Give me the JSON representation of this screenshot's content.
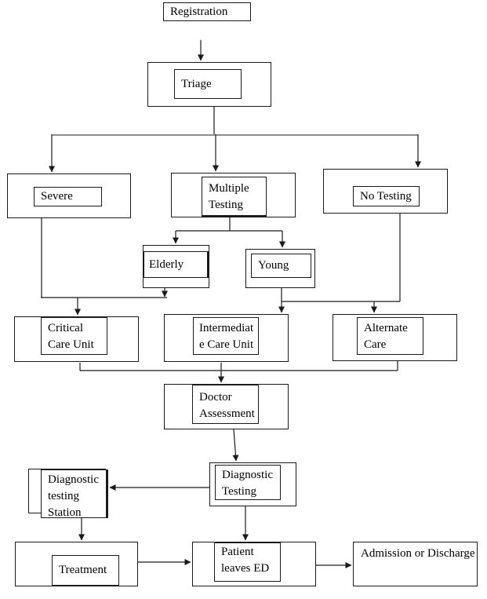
{
  "page": {
    "background": "#ffffff"
  },
  "colors": {
    "box_border": "#1a1a1a",
    "line": "#1a1a1a",
    "branch_line": "#8f8f8f",
    "text": "#000000"
  },
  "nodes": {
    "registration": {
      "label": "Registration"
    },
    "triage": {
      "label": "Triage"
    },
    "severe": {
      "label": "Severe"
    },
    "multiple_testing": {
      "label": "Multiple\nTesting"
    },
    "no_testing": {
      "label": "No Testing"
    },
    "elderly": {
      "label": "Elderly"
    },
    "young": {
      "label": "Young"
    },
    "critical_care_unit": {
      "label": "Critical\nCare Unit"
    },
    "intermediate_care_unit": {
      "label": "Intermediat\ne Care Unit"
    },
    "alternate_care": {
      "label": "Alternate\nCare"
    },
    "doctor_assessment": {
      "label": "Doctor\nAssessment"
    },
    "diagnostic_testing": {
      "label": "Diagnostic\nTesting"
    },
    "diagnostic_testing_station": {
      "label": "Diagnostic\ntesting\nStation"
    },
    "treatment": {
      "label": "Treatment"
    },
    "patient_leaves_ed": {
      "label": "Patient\nleaves ED"
    },
    "admission_or_discharge": {
      "label": "Admission or Discharge"
    }
  },
  "edges": [
    {
      "from": "registration",
      "to": "triage"
    },
    {
      "from": "triage",
      "to": "severe"
    },
    {
      "from": "triage",
      "to": "multiple_testing"
    },
    {
      "from": "triage",
      "to": "no_testing"
    },
    {
      "from": "multiple_testing",
      "to": "elderly"
    },
    {
      "from": "multiple_testing",
      "to": "young"
    },
    {
      "from": "severe",
      "to": "critical_care_unit"
    },
    {
      "from": "elderly",
      "to": "critical_care_unit"
    },
    {
      "from": "young",
      "to": "intermediate_care_unit"
    },
    {
      "from": "no_testing",
      "to": "alternate_care"
    },
    {
      "from": "critical_care_unit",
      "to": "doctor_assessment"
    },
    {
      "from": "intermediate_care_unit",
      "to": "doctor_assessment"
    },
    {
      "from": "alternate_care",
      "to": "doctor_assessment"
    },
    {
      "from": "doctor_assessment",
      "to": "diagnostic_testing"
    },
    {
      "from": "diagnostic_testing",
      "to": "diagnostic_testing_station"
    },
    {
      "from": "diagnostic_testing_station",
      "to": "treatment"
    },
    {
      "from": "diagnostic_testing",
      "to": "patient_leaves_ed"
    },
    {
      "from": "treatment",
      "to": "patient_leaves_ed"
    },
    {
      "from": "patient_leaves_ed",
      "to": "admission_or_discharge"
    }
  ]
}
